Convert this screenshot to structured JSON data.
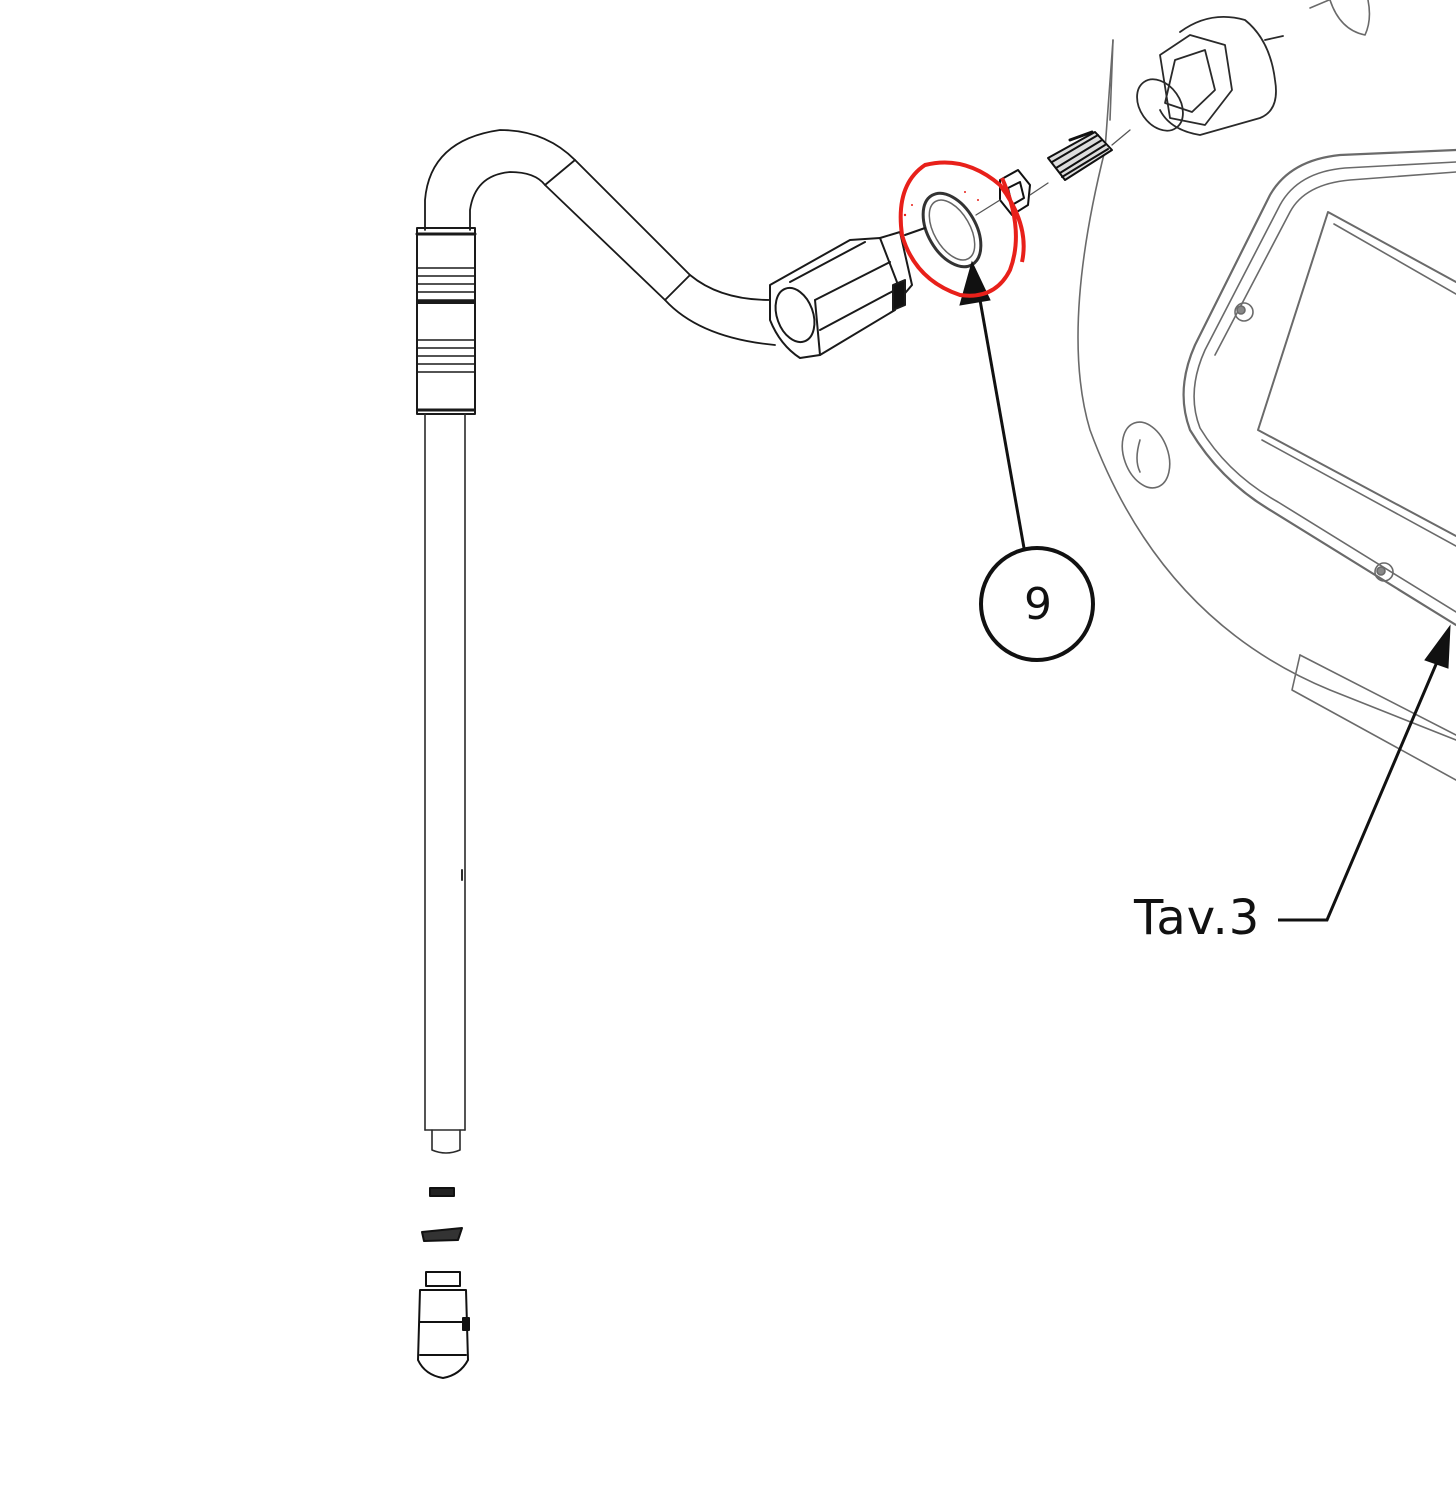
{
  "diagram": {
    "type": "exploded-parts-diagram",
    "callouts": [
      {
        "id": "callout-9",
        "label": "9",
        "target": "washer / gasket ring (highlighted in red)"
      }
    ],
    "references": [
      {
        "id": "ref-tav3",
        "label": "Tav.3",
        "target": "machine housing panel"
      }
    ],
    "highlight": {
      "shape": "hand-drawn ellipse",
      "color": "#e8201a"
    },
    "line_color": "#1a1a1a",
    "faint_line_color": "#777777",
    "parts": [
      "vertical wand tube",
      "threaded coupling sleeve",
      "curved hose",
      "hex nut fitting",
      "washer ring (9)",
      "check valve seat",
      "spring",
      "hex fitting / nut",
      "machine housing (Tav.3)",
      "tip o-ring",
      "tip seal",
      "nozzle tip"
    ]
  }
}
